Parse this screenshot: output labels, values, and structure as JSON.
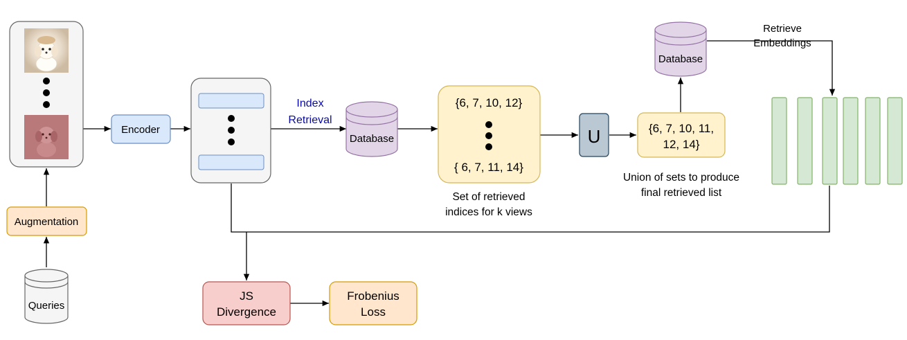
{
  "nodes": {
    "encoder": "Encoder",
    "augmentation": "Augmentation",
    "queries": "Queries",
    "database_1": "Database",
    "database_2": "Database",
    "union": "U",
    "js_divergence": [
      "JS",
      "Divergence"
    ],
    "frobenius_loss": [
      "Frobenius",
      "Loss"
    ],
    "set_top": "{6, 7, 10, 12}",
    "set_bottom": "{ 6, 7, 11, 14}",
    "union_set": [
      "{6, 7, 10, 11,",
      "12, 14}"
    ]
  },
  "labels": {
    "index_retrieval": [
      "Index",
      "Retrieval"
    ],
    "retrieve_embeddings": [
      "Retrieve",
      "Embeddings"
    ],
    "set_caption": [
      "Set of retrieved",
      "indices for k views"
    ],
    "union_caption": [
      "Union of sets to produce",
      "final retrieved list"
    ]
  },
  "colors": {
    "encoder_fill": "#dae8fc",
    "encoder_stroke": "#6c8ebf",
    "augmentation_fill": "#ffe6cc",
    "augmentation_stroke": "#d79b00",
    "database_fill": "#e1d5e7",
    "database_stroke": "#9673a6",
    "set_fill": "#fff2cc",
    "set_stroke": "#d6b656",
    "union_fill": "#bac8d3",
    "union_stroke": "#23445d",
    "js_fill": "#f8cecc",
    "js_stroke": "#b85450",
    "embedding_fill": "#d5e8d4",
    "embedding_stroke": "#82b366",
    "index_retrieval_text": "#0a0aa0"
  }
}
